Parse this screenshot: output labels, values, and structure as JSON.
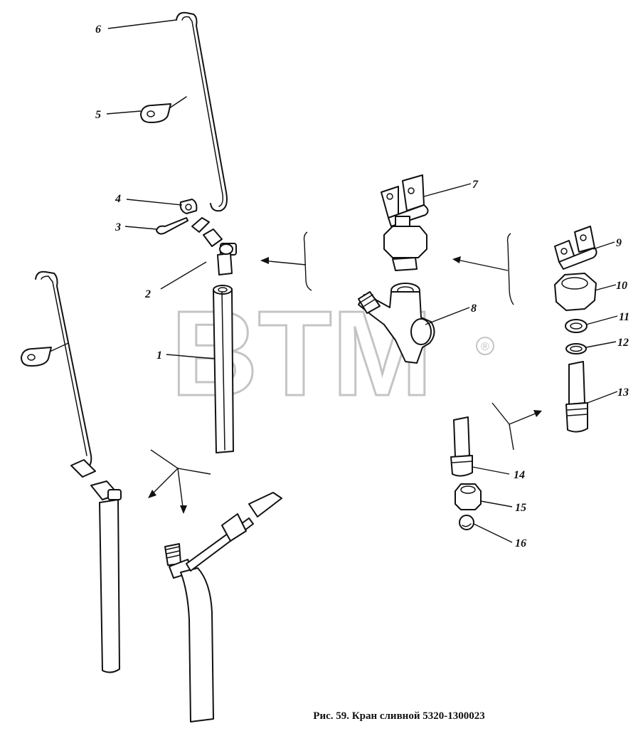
{
  "watermark": {
    "text": "BTM",
    "mark": "®"
  },
  "figure_caption": "Рис. 59. Кран сливной 5320-1300023",
  "callouts": [
    "1",
    "2",
    "3",
    "4",
    "5",
    "6",
    "7",
    "8",
    "9",
    "10",
    "11",
    "12",
    "13",
    "14",
    "15",
    "16"
  ],
  "colors": {
    "ink": "#111111",
    "watermark": "#c4c4c4",
    "background": "#ffffff"
  }
}
